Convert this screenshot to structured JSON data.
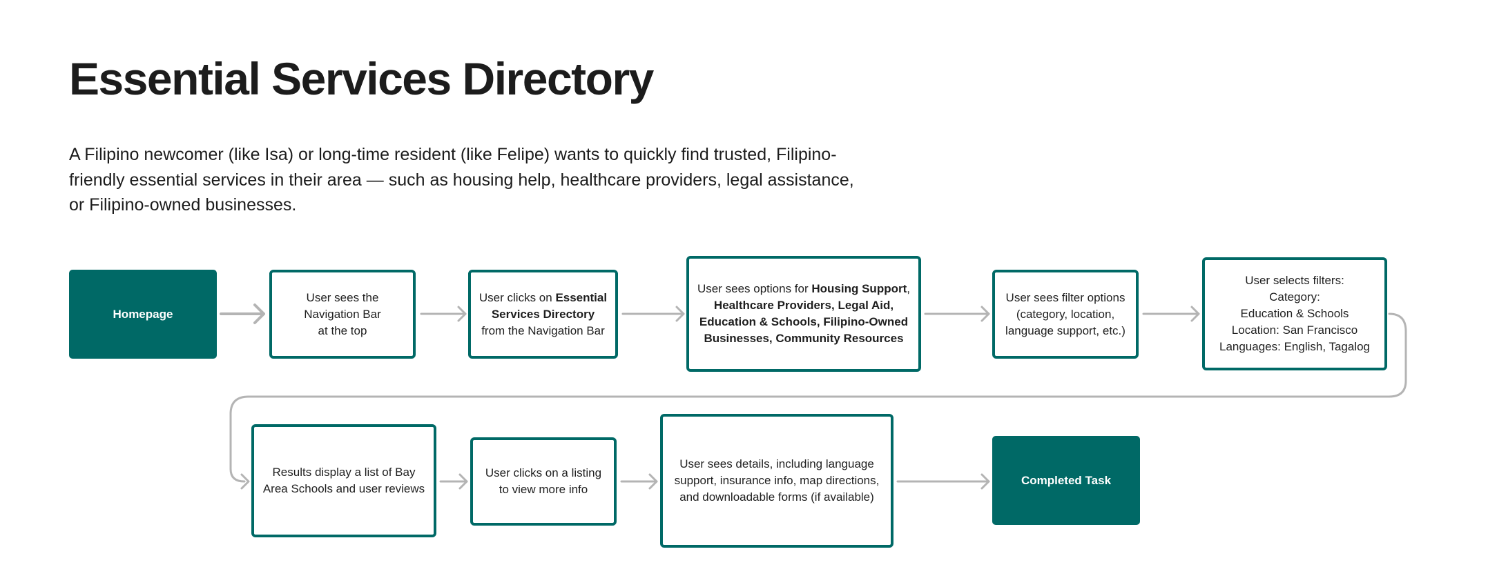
{
  "title": "Essential Services Directory",
  "description": "A Filipino newcomer (like Isa) or long-time resident (like Felipe) wants to quickly find trusted, Filipino-friendly essential services in their area — such as housing help, healthcare providers, legal assistance, or Filipino-owned businesses.",
  "colors": {
    "accent": "#006966",
    "connector": "#b4b4b4",
    "text": "#1c1c1c",
    "background": "#ffffff"
  },
  "flow": {
    "nodes": [
      {
        "id": "homepage",
        "style": "filled",
        "lines": [
          [
            {
              "text": "Homepage",
              "bold": true
            }
          ]
        ]
      },
      {
        "id": "nav-bar",
        "style": "outline",
        "lines": [
          [
            {
              "text": "User sees the"
            }
          ],
          [
            {
              "text": "Navigation Bar"
            }
          ],
          [
            {
              "text": "at the top"
            }
          ]
        ]
      },
      {
        "id": "click-directory",
        "style": "outline",
        "lines": [
          [
            {
              "text": "User clicks on "
            },
            {
              "text": "Essential",
              "bold": true
            }
          ],
          [
            {
              "text": "Services Directory",
              "bold": true
            }
          ],
          [
            {
              "text": "from the Navigation Bar"
            }
          ]
        ]
      },
      {
        "id": "service-options",
        "style": "outline",
        "lines": [
          [
            {
              "text": "User sees options for "
            },
            {
              "text": "Housing Support",
              "bold": true
            },
            {
              "text": ","
            }
          ],
          [
            {
              "text": "Healthcare Providers, Legal Aid,",
              "bold": true
            }
          ],
          [
            {
              "text": "Education & Schools,  Filipino-Owned",
              "bold": true
            }
          ],
          [
            {
              "text": "Businesses, Community Resources",
              "bold": true
            }
          ]
        ]
      },
      {
        "id": "filter-options",
        "style": "outline",
        "lines": [
          [
            {
              "text": "User sees filter options"
            }
          ],
          [
            {
              "text": "(category, location,"
            }
          ],
          [
            {
              "text": "language support, etc.)"
            }
          ]
        ]
      },
      {
        "id": "select-filters",
        "style": "outline",
        "lines": [
          [
            {
              "text": "User selects filters:"
            }
          ],
          [
            {
              "text": "Category:"
            }
          ],
          [
            {
              "text": "Education & Schools"
            }
          ],
          [
            {
              "text": "Location: San Francisco"
            }
          ],
          [
            {
              "text": "Languages: English, Tagalog"
            }
          ]
        ]
      },
      {
        "id": "results-list",
        "style": "outline",
        "lines": [
          [
            {
              "text": "Results display a list of Bay"
            }
          ],
          [
            {
              "text": "Area Schools and user reviews"
            }
          ]
        ]
      },
      {
        "id": "click-listing",
        "style": "outline",
        "lines": [
          [
            {
              "text": "User clicks on a listing"
            }
          ],
          [
            {
              "text": "to view more info"
            }
          ]
        ]
      },
      {
        "id": "listing-details",
        "style": "outline",
        "lines": [
          [
            {
              "text": "User sees details, including language"
            }
          ],
          [
            {
              "text": "support, insurance info, map directions,"
            }
          ],
          [
            {
              "text": "and downloadable forms (if available)"
            }
          ]
        ]
      },
      {
        "id": "completed-task",
        "style": "filled",
        "lines": [
          [
            {
              "text": "Completed Task"
            }
          ]
        ]
      }
    ]
  }
}
